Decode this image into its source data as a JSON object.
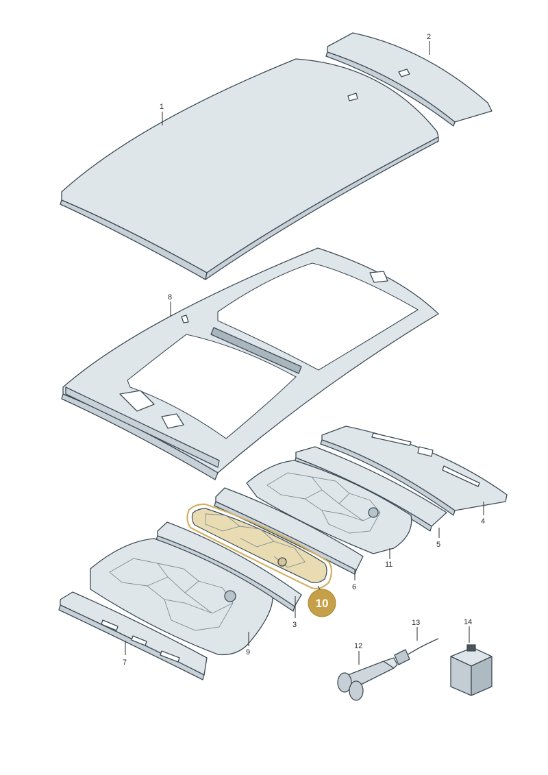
{
  "figure": {
    "highlight_color": "#c6a049",
    "parts": [
      {
        "id": "1",
        "label": "1"
      },
      {
        "id": "2",
        "label": "2"
      },
      {
        "id": "3",
        "label": "3"
      },
      {
        "id": "4",
        "label": "4"
      },
      {
        "id": "5",
        "label": "5"
      },
      {
        "id": "6",
        "label": "6"
      },
      {
        "id": "7",
        "label": "7"
      },
      {
        "id": "8",
        "label": "8"
      },
      {
        "id": "9",
        "label": "9"
      },
      {
        "id": "10",
        "label": "10",
        "highlighted": true
      },
      {
        "id": "11",
        "label": "11"
      },
      {
        "id": "12",
        "label": "12"
      },
      {
        "id": "13",
        "label": "13"
      },
      {
        "id": "14",
        "label": "14"
      }
    ]
  }
}
